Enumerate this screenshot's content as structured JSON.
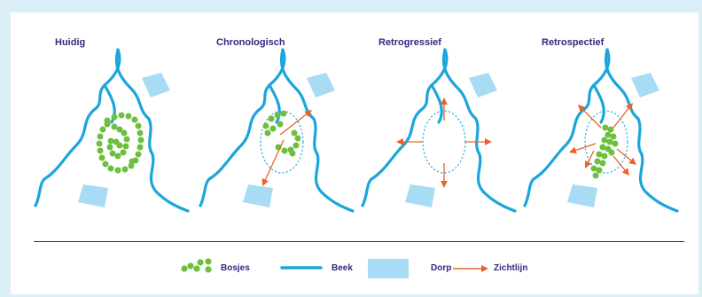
{
  "colors": {
    "stream": "#1aa5dc",
    "village": "#a8dcf4",
    "trees": "#6dbf3e",
    "sightline": "#e8632a",
    "title": "#2e2a7c",
    "frame_background": "#dbeff9"
  },
  "panels": [
    {
      "title": "Huidig",
      "trees": "full-spiral",
      "sightlines": "none"
    },
    {
      "title": "Chronologisch",
      "trees": "partial-spiral",
      "sightlines": "two-diagonal"
    },
    {
      "title": "Retrogressief",
      "trees": "none",
      "sightlines": "four-cardinal"
    },
    {
      "title": "Retrospectief",
      "trees": "central-cluster",
      "sightlines": "six-radial"
    }
  ],
  "legend": {
    "bosjes": "Bosjes",
    "beek": "Beek",
    "dorp": "Dorp",
    "zichtlijn": "Zichtlijn"
  }
}
